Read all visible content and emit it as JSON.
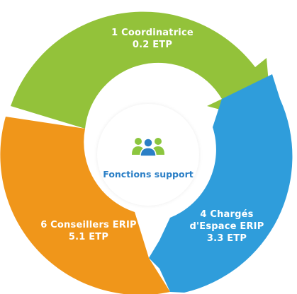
{
  "colors": {
    "green": "#93c23a",
    "orange": "#f0961a",
    "blue": "#2f9ddb",
    "hub_text": "#2b7fc6",
    "icon_green": "#8cc63f",
    "icon_blue": "#2b7fc6"
  },
  "center": {
    "icon": "people-group-icon",
    "label": "Fonctions support"
  },
  "segments": {
    "coordinatrice": {
      "line1": "1 Coordinatrice",
      "line2": "0.2 ETP"
    },
    "conseillers": {
      "line1": "6 Conseillers ERIP",
      "line2": "5.1 ETP"
    },
    "charges": {
      "line1": "4 Chargés",
      "line2": "d'Espace ERIP",
      "line3": "3.3 ETP"
    }
  }
}
